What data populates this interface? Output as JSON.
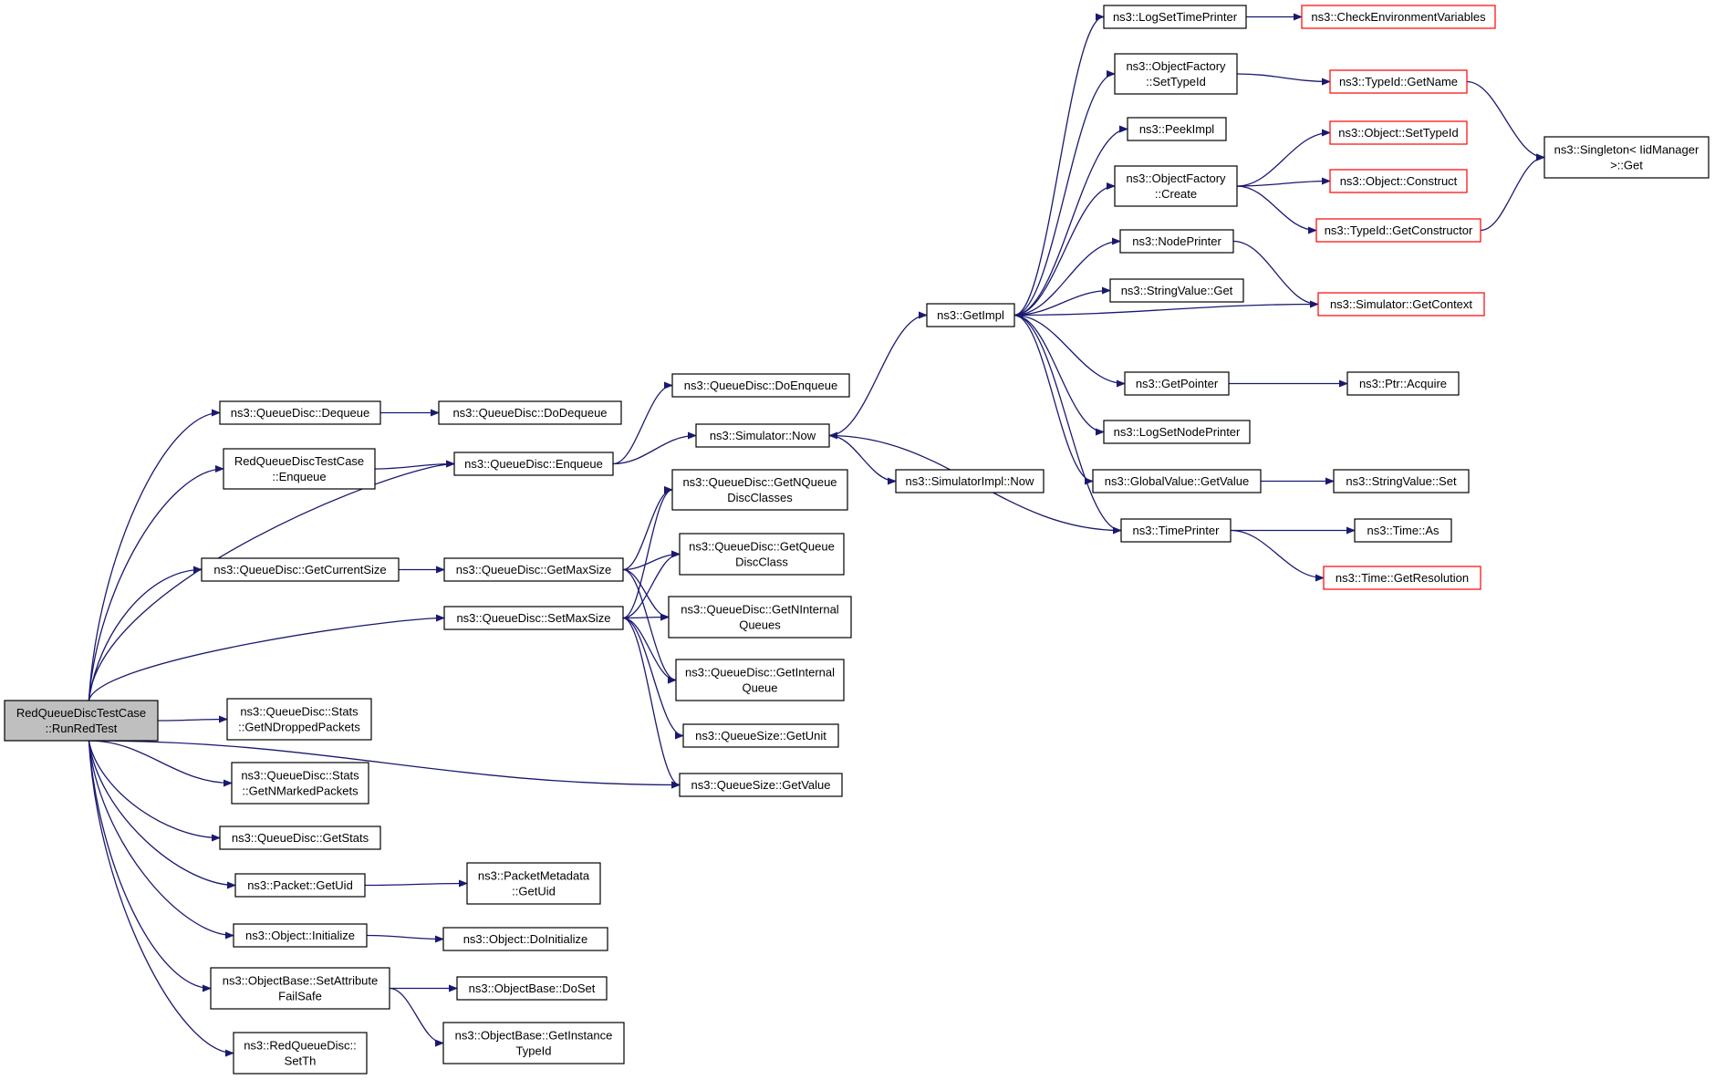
{
  "graph": {
    "edge_color": "#191970",
    "root_fill": "#bfbfbf",
    "truncated_border_color": "#ff0000",
    "nodes": [
      {
        "id": "root",
        "lines": [
          "RedQueueDiscTestCase",
          "::RunRedTest"
        ],
        "style": "root"
      },
      {
        "id": "qd_dequeue",
        "lines": [
          "ns3::QueueDisc::Dequeue"
        ]
      },
      {
        "id": "qd_dodequeue",
        "lines": [
          "ns3::QueueDisc::DoDequeue"
        ]
      },
      {
        "id": "rq_enqueue",
        "lines": [
          "RedQueueDiscTestCase",
          "::Enqueue"
        ]
      },
      {
        "id": "qd_enqueue",
        "lines": [
          "ns3::QueueDisc::Enqueue"
        ]
      },
      {
        "id": "qd_doenqueue",
        "lines": [
          "ns3::QueueDisc::DoEnqueue"
        ]
      },
      {
        "id": "sim_now",
        "lines": [
          "ns3::Simulator::Now"
        ]
      },
      {
        "id": "simimpl_now",
        "lines": [
          "ns3::SimulatorImpl::Now"
        ]
      },
      {
        "id": "getimpl",
        "lines": [
          "ns3::GetImpl"
        ]
      },
      {
        "id": "logsettimeprinter",
        "lines": [
          "ns3::LogSetTimePrinter"
        ]
      },
      {
        "id": "checkenv",
        "lines": [
          "ns3::CheckEnvironmentVariables"
        ],
        "style": "red"
      },
      {
        "id": "of_settypeid",
        "lines": [
          "ns3::ObjectFactory",
          "::SetTypeId"
        ]
      },
      {
        "id": "typeid_getname",
        "lines": [
          "ns3::TypeId::GetName"
        ],
        "style": "red"
      },
      {
        "id": "singleton_get",
        "lines": [
          "ns3::Singleton< IidManager",
          " >::Get"
        ]
      },
      {
        "id": "peekimpl",
        "lines": [
          "ns3::PeekImpl"
        ]
      },
      {
        "id": "of_create",
        "lines": [
          "ns3::ObjectFactory",
          "::Create"
        ]
      },
      {
        "id": "obj_settypeid",
        "lines": [
          "ns3::Object::SetTypeId"
        ],
        "style": "red"
      },
      {
        "id": "obj_construct",
        "lines": [
          "ns3::Object::Construct"
        ],
        "style": "red"
      },
      {
        "id": "typeid_getconstructor",
        "lines": [
          "ns3::TypeId::GetConstructor"
        ],
        "style": "red"
      },
      {
        "id": "nodeprinter",
        "lines": [
          "ns3::NodePrinter"
        ]
      },
      {
        "id": "stringvalue_get",
        "lines": [
          "ns3::StringValue::Get"
        ]
      },
      {
        "id": "sim_getcontext",
        "lines": [
          "ns3::Simulator::GetContext"
        ],
        "style": "red"
      },
      {
        "id": "getpointer",
        "lines": [
          "ns3::GetPointer"
        ]
      },
      {
        "id": "ptr_acquire",
        "lines": [
          "ns3::Ptr::Acquire"
        ]
      },
      {
        "id": "logsetnodeprinter",
        "lines": [
          "ns3::LogSetNodePrinter"
        ]
      },
      {
        "id": "gv_getvalue",
        "lines": [
          "ns3::GlobalValue::GetValue"
        ]
      },
      {
        "id": "stringvalue_set",
        "lines": [
          "ns3::StringValue::Set"
        ]
      },
      {
        "id": "timeprinter",
        "lines": [
          "ns3::TimePrinter"
        ]
      },
      {
        "id": "time_as",
        "lines": [
          "ns3::Time::As"
        ]
      },
      {
        "id": "time_getresolution",
        "lines": [
          "ns3::Time::GetResolution"
        ],
        "style": "red"
      },
      {
        "id": "qd_getcurrentsize",
        "lines": [
          "ns3::QueueDisc::GetCurrentSize"
        ]
      },
      {
        "id": "qd_getmaxsize",
        "lines": [
          "ns3::QueueDisc::GetMaxSize"
        ]
      },
      {
        "id": "qd_setmaxsize",
        "lines": [
          "ns3::QueueDisc::SetMaxSize"
        ]
      },
      {
        "id": "qd_getnqueuediscclasses",
        "lines": [
          "ns3::QueueDisc::GetNQueue",
          "DiscClasses"
        ]
      },
      {
        "id": "qd_getqueuediscclass",
        "lines": [
          "ns3::QueueDisc::GetQueue",
          "DiscClass"
        ]
      },
      {
        "id": "qd_getninternalqueues",
        "lines": [
          "ns3::QueueDisc::GetNInternal",
          "Queues"
        ]
      },
      {
        "id": "qd_getinternalqueue",
        "lines": [
          "ns3::QueueDisc::GetInternal",
          "Queue"
        ]
      },
      {
        "id": "qs_getunit",
        "lines": [
          "ns3::QueueSize::GetUnit"
        ]
      },
      {
        "id": "qs_getvalue",
        "lines": [
          "ns3::QueueSize::GetValue"
        ]
      },
      {
        "id": "stats_getndropped",
        "lines": [
          "ns3::QueueDisc::Stats",
          "::GetNDroppedPackets"
        ]
      },
      {
        "id": "stats_getnmarked",
        "lines": [
          "ns3::QueueDisc::Stats",
          "::GetNMarkedPackets"
        ]
      },
      {
        "id": "qd_getstats",
        "lines": [
          "ns3::QueueDisc::GetStats"
        ]
      },
      {
        "id": "packet_getuid",
        "lines": [
          "ns3::Packet::GetUid"
        ]
      },
      {
        "id": "pm_getuid",
        "lines": [
          "ns3::PacketMetadata",
          "::GetUid"
        ]
      },
      {
        "id": "obj_initialize",
        "lines": [
          "ns3::Object::Initialize"
        ]
      },
      {
        "id": "obj_doinitialize",
        "lines": [
          "ns3::Object::DoInitialize"
        ]
      },
      {
        "id": "ob_setattrfailsafe",
        "lines": [
          "ns3::ObjectBase::SetAttribute",
          "FailSafe"
        ]
      },
      {
        "id": "ob_doset",
        "lines": [
          "ns3::ObjectBase::DoSet"
        ]
      },
      {
        "id": "ob_getinstancetypeid",
        "lines": [
          "ns3::ObjectBase::GetInstance",
          "TypeId"
        ]
      },
      {
        "id": "rqd_setth",
        "lines": [
          "ns3::RedQueueDisc::",
          "SetTh"
        ]
      }
    ],
    "edges": [
      [
        "root",
        "qd_dequeue"
      ],
      [
        "root",
        "rq_enqueue"
      ],
      [
        "root",
        "qd_enqueue"
      ],
      [
        "root",
        "qd_getcurrentsize"
      ],
      [
        "root",
        "qd_setmaxsize"
      ],
      [
        "root",
        "stats_getndropped"
      ],
      [
        "root",
        "stats_getnmarked"
      ],
      [
        "root",
        "qd_getstats"
      ],
      [
        "root",
        "packet_getuid"
      ],
      [
        "root",
        "obj_initialize"
      ],
      [
        "root",
        "ob_setattrfailsafe"
      ],
      [
        "root",
        "rqd_setth"
      ],
      [
        "root",
        "qs_getvalue"
      ],
      [
        "qd_dequeue",
        "qd_dodequeue"
      ],
      [
        "rq_enqueue",
        "qd_enqueue"
      ],
      [
        "qd_enqueue",
        "qd_doenqueue"
      ],
      [
        "qd_enqueue",
        "sim_now"
      ],
      [
        "sim_now",
        "getimpl"
      ],
      [
        "sim_now",
        "simimpl_now"
      ],
      [
        "getimpl",
        "logsettimeprinter"
      ],
      [
        "getimpl",
        "of_settypeid"
      ],
      [
        "getimpl",
        "peekimpl"
      ],
      [
        "getimpl",
        "of_create"
      ],
      [
        "getimpl",
        "nodeprinter"
      ],
      [
        "getimpl",
        "stringvalue_get"
      ],
      [
        "getimpl",
        "getpointer"
      ],
      [
        "getimpl",
        "logsetnodeprinter"
      ],
      [
        "getimpl",
        "gv_getvalue"
      ],
      [
        "getimpl",
        "timeprinter"
      ],
      [
        "logsettimeprinter",
        "checkenv"
      ],
      [
        "of_settypeid",
        "typeid_getname"
      ],
      [
        "typeid_getname",
        "singleton_get"
      ],
      [
        "of_create",
        "obj_settypeid"
      ],
      [
        "of_create",
        "obj_construct"
      ],
      [
        "of_create",
        "typeid_getconstructor"
      ],
      [
        "typeid_getconstructor",
        "singleton_get"
      ],
      [
        "nodeprinter",
        "sim_getcontext"
      ],
      [
        "sim_getcontext",
        "getimpl"
      ],
      [
        "getpointer",
        "ptr_acquire"
      ],
      [
        "gv_getvalue",
        "stringvalue_set"
      ],
      [
        "timeprinter",
        "time_as"
      ],
      [
        "timeprinter",
        "time_getresolution"
      ],
      [
        "timeprinter",
        "sim_now"
      ],
      [
        "qd_getcurrentsize",
        "qd_getmaxsize"
      ],
      [
        "qd_getmaxsize",
        "qd_getnqueuediscclasses"
      ],
      [
        "qd_getmaxsize",
        "qd_getqueuediscclass"
      ],
      [
        "qd_getmaxsize",
        "qd_getninternalqueues"
      ],
      [
        "qd_getmaxsize",
        "qd_getinternalqueue"
      ],
      [
        "qd_setmaxsize",
        "qd_getnqueuediscclasses"
      ],
      [
        "qd_setmaxsize",
        "qd_getqueuediscclass"
      ],
      [
        "qd_setmaxsize",
        "qd_getninternalqueues"
      ],
      [
        "qd_setmaxsize",
        "qd_getinternalqueue"
      ],
      [
        "qd_setmaxsize",
        "qs_getunit"
      ],
      [
        "qd_setmaxsize",
        "qs_getvalue"
      ],
      [
        "packet_getuid",
        "pm_getuid"
      ],
      [
        "obj_initialize",
        "obj_doinitialize"
      ],
      [
        "ob_setattrfailsafe",
        "ob_doset"
      ],
      [
        "ob_setattrfailsafe",
        "ob_getinstancetypeid"
      ]
    ]
  }
}
